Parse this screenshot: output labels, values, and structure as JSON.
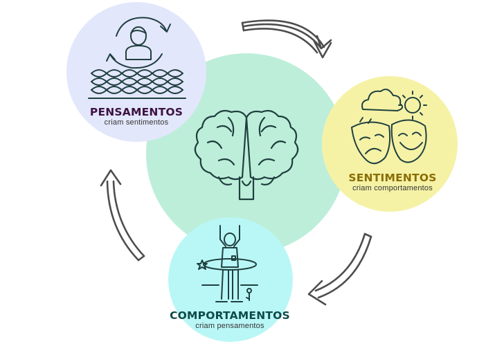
{
  "colors": {
    "center": "#bdeed9",
    "thoughts_bg": "#e3e7fb",
    "feelings_bg": "#f5f2a6",
    "behaviors_bg": "#b9f7f6",
    "line": "#1f3f3f",
    "arrow": "#4d4d4d",
    "thoughts_title": "#3c1242",
    "feelings_title": "#8a6d05",
    "behaviors_title": "#0d4a48"
  },
  "nodes": {
    "thoughts": {
      "title": "PENSAMENTOS",
      "subtitle": "criam sentimentos",
      "icon": "person-in-cycle-icon"
    },
    "feelings": {
      "title": "SENTIMENTOS",
      "subtitle": "criam comportamentos",
      "icon": "theater-masks-icon"
    },
    "behaviors": {
      "title": "COMPORTAMENTOS",
      "subtitle": "criam pensamentos",
      "icon": "person-hula-hoop-icon"
    },
    "center": {
      "icon": "brain-icon"
    }
  }
}
